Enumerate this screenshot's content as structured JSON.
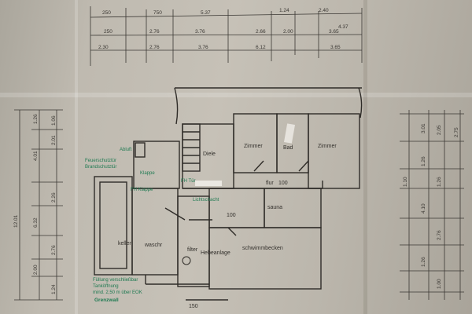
{
  "top_dimensions": {
    "row1": [
      "250",
      "750",
      "5.37",
      "1.24",
      "2.40"
    ],
    "row2": [
      "250",
      "2.76",
      "3.76",
      "2.66",
      "2.00",
      "3.65",
      "4.37"
    ],
    "row3": [
      "2.30",
      "2.76",
      "3.76",
      "6.12",
      "3.65"
    ]
  },
  "left_dimensions": [
    "1.26",
    "1.06",
    "4.01",
    "2.01",
    "2.26",
    "6.32",
    "2.76",
    "2.00",
    "1.24",
    "12.01"
  ],
  "right_dimensions": [
    "3.01",
    "2.05",
    "2.75",
    "1.26",
    "1.26",
    "1.10",
    "4.10",
    "2.76",
    "1.26",
    "1.00"
  ],
  "rooms": {
    "diele": "Diele",
    "zimmer1": "Zimmer",
    "bad": "Bad",
    "zimmer2": "Zimmer",
    "flur": "flur",
    "flur_num": "100",
    "sauna": "sauna",
    "keller": "keller",
    "waschraum": "waschr",
    "schwimmbad": "schwimmbecken",
    "hall_num": "100",
    "filter": "filter",
    "hebeanlage": "Hebeanlage",
    "below_num": "150"
  },
  "annotations": {
    "abluft": "Abluft",
    "tuer1": "Feuerschutztür",
    "tuer2": "Brandschutztür",
    "klappe": "Klappe",
    "fh_klappe": "FH Klappe",
    "fh_tuer": "FH Tür",
    "lichtschacht": "Lichtschacht",
    "fuellung": "Füllung verschließbar",
    "tankoeffnung": "Tanköffnung",
    "niveau": "mind. 2,50 m über EOK",
    "grenzwall": "Grenzwall"
  }
}
